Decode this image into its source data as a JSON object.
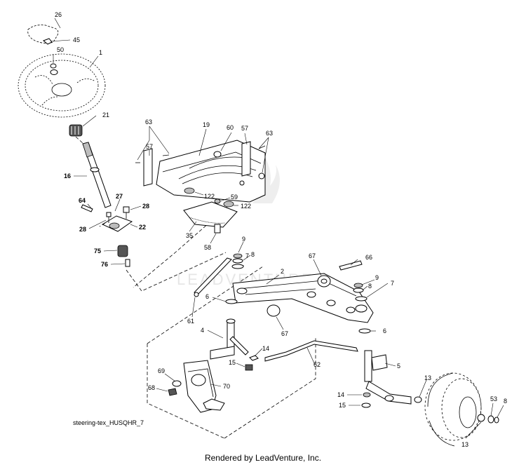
{
  "diagram_id": "steering-tex_HUSQHR_7",
  "footer": "Rendered by LeadVenture, Inc.",
  "watermark": "LEADVENTURE",
  "part_labels": {
    "p26": "26",
    "p45": "45",
    "p50": "50",
    "p1": "1",
    "p21": "21",
    "p16": "16",
    "p64": "64",
    "p27": "27",
    "p28a": "28",
    "p28b": "28",
    "p22": "22",
    "p75": "75",
    "p76": "76",
    "p63a": "63",
    "p63b": "63",
    "p57a": "57",
    "p57b": "57",
    "p19": "19",
    "p60": "60",
    "p122a": "122",
    "p122b": "122",
    "p59": "59",
    "p35": "35",
    "p58": "58",
    "p9a": "9",
    "p8a": "8",
    "p7a": "7",
    "p67a": "67",
    "p66": "66",
    "p2": "2",
    "p9b": "9",
    "p8b": "8",
    "p7b": "7",
    "p6a": "6",
    "p6b": "6",
    "p67b": "67",
    "p61": "61",
    "p4": "4",
    "p14a": "14",
    "p15a": "15",
    "p62": "62",
    "p5": "5",
    "p69": "69",
    "p68": "68",
    "p70": "70",
    "p13a": "13",
    "p13b": "13",
    "p14b": "14",
    "p15b": "15",
    "p53": "53",
    "p8c": "8"
  }
}
